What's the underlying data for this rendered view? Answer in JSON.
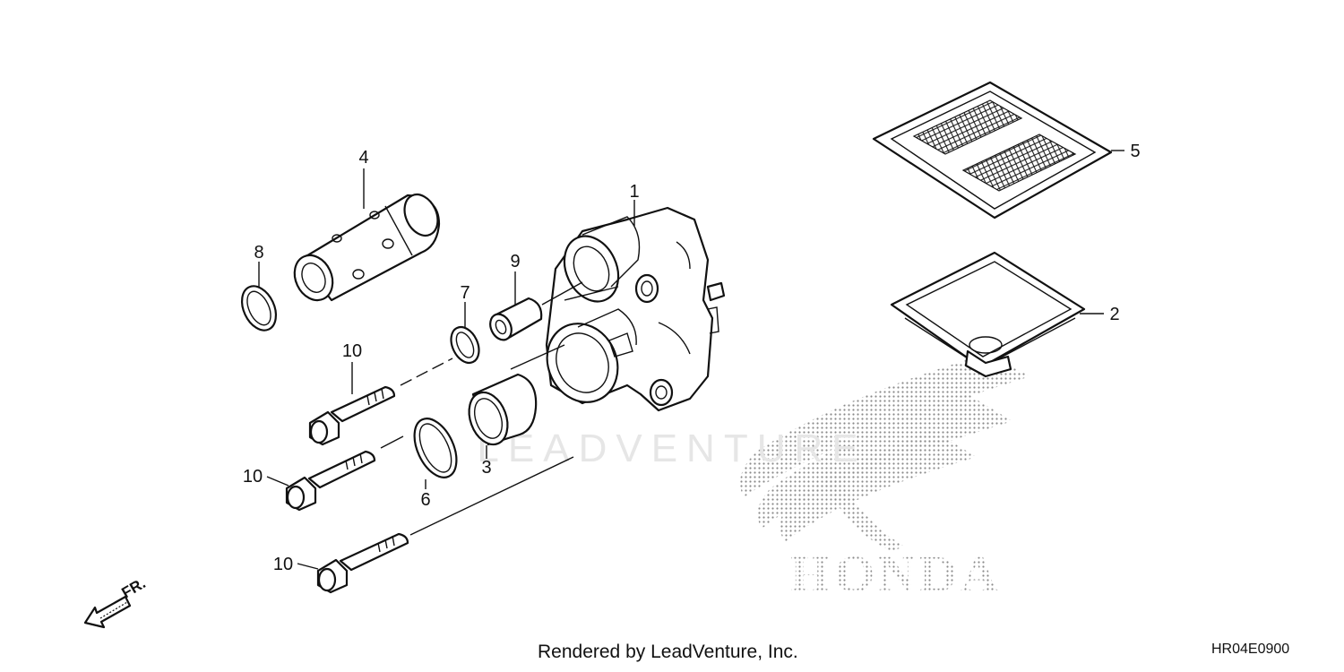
{
  "diagram": {
    "callouts": {
      "c1": "1",
      "c2": "2",
      "c3": "3",
      "c4": "4",
      "c5": "5",
      "c6": "6",
      "c7": "7",
      "c8": "8",
      "c9": "9",
      "c10a": "10",
      "c10b": "10",
      "c10c": "10"
    },
    "direction_label": "FR.",
    "watermark_text": "LEADVENTURE",
    "brand_logo_text": "HONDA"
  },
  "footer": {
    "render_credit": "Rendered by LeadVenture, Inc.",
    "diagram_code": "HR04E0900"
  }
}
